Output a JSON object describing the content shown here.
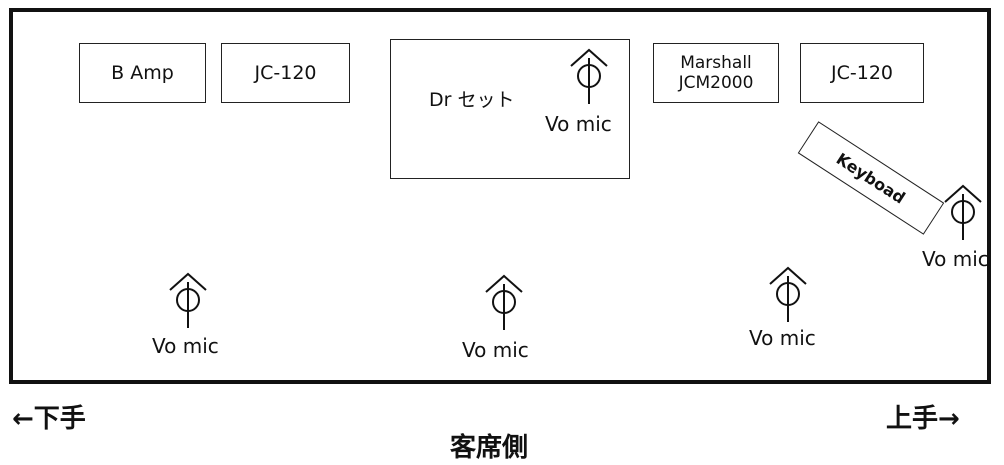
{
  "stage": {
    "amps": {
      "bass_amp": "B Amp",
      "jc120_left": "JC-120",
      "marshall_line1": "Marshall",
      "marshall_line2": "JCM2000",
      "jc120_right": "JC-120"
    },
    "drums": "Dr セット",
    "keyboard": "Keyboad",
    "mic_label": "Vo mic"
  },
  "footer": {
    "stage_left": "←下手",
    "stage_right": "上手→",
    "audience": "客席側"
  },
  "icons": {
    "mic": "vocal-mic-icon"
  }
}
